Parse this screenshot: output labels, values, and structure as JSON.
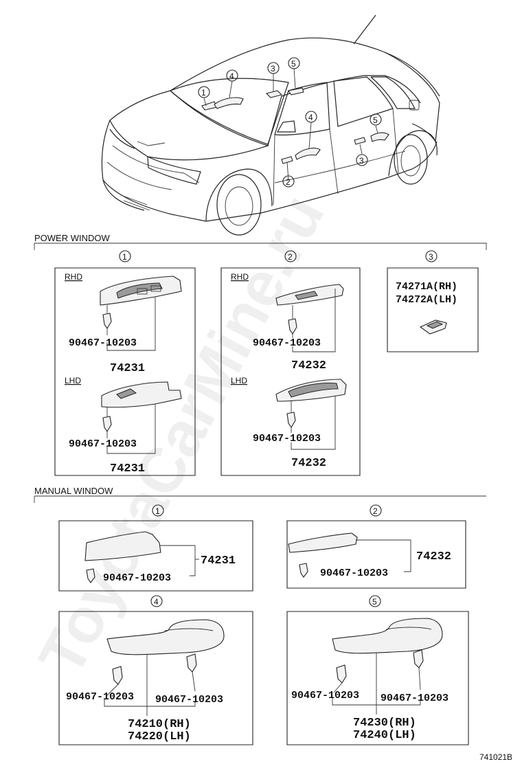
{
  "sections": {
    "power_window": "POWER   WINDOW",
    "manual_window": "MANUAL   WINDOW"
  },
  "callouts": [
    "1",
    "2",
    "3",
    "4",
    "5"
  ],
  "power": {
    "panel1": {
      "rhd": "RHD",
      "lhd": "LHD",
      "clip_rhd": "90467-10203",
      "part_rhd": "74231",
      "clip_lhd": "90467-10203",
      "part_lhd": "74231"
    },
    "panel2": {
      "rhd": "RHD",
      "lhd": "LHD",
      "clip_rhd": "90467-10203",
      "part_rhd": "74232",
      "clip_lhd": "90467-10203",
      "part_lhd": "74232"
    },
    "panel3": {
      "part_rh": "74271A(RH)",
      "part_lh": "74272A(LH)"
    }
  },
  "manual": {
    "panel1": {
      "clip": "90467-10203",
      "part": "74231"
    },
    "panel2": {
      "clip": "90467-10203",
      "part": "74232"
    },
    "panel4": {
      "clip_left": "90467-10203",
      "clip_right": "90467-10203",
      "part_rh": "74210(RH)",
      "part_lh": "74220(LH)"
    },
    "panel5": {
      "clip_left": "90467-10203",
      "clip_right": "90467-10203",
      "part_rh": "74230(RH)",
      "part_lh": "74240(LH)"
    }
  },
  "figure_id": "741021B",
  "watermark": "ToyotaCarMine.ru"
}
